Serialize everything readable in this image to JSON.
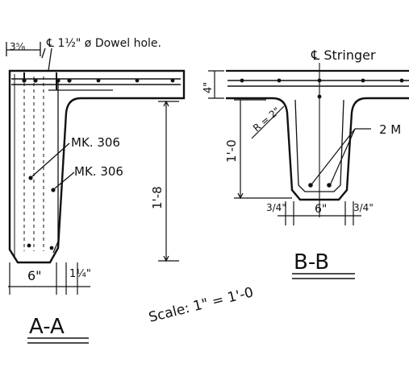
{
  "labels": {
    "dim_3_5_8": "3⁵⁄₈",
    "dowel_hole": "℄ 1½\" ø Dowel  hole.",
    "mk306_a": "MK. 306",
    "mk306_b": "MK. 306",
    "dim_1_8": "1'-8",
    "dim_6_aa": "6\"",
    "dim_1_1_4": "1¼\"",
    "section_aa": "A-A",
    "scale": "Scale: 1\" = 1'-0",
    "stringer": "℄ Stringer",
    "dim_4": "4\"",
    "radius": "R = 2\"",
    "dim_1_0": "1'-0",
    "two_m": "2 M",
    "dim_3_4_left": "3/4\"",
    "dim_6_bb": "6\"",
    "dim_3_4_right": "3/4\"",
    "section_bb": "B-B"
  },
  "colors": {
    "ink": "#111111",
    "paper": "#ffffff"
  }
}
